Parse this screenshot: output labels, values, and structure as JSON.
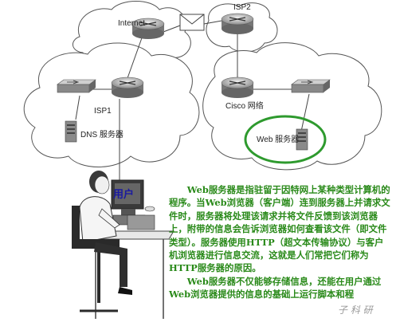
{
  "labels": {
    "internet": "Internet",
    "isp2": "ISP2",
    "isp1": "ISP1",
    "cisco": "Cisco 网络",
    "dns": "DNS 服务器",
    "web": "Web 服务器",
    "user": "用户"
  },
  "description": {
    "para1": "Web服务器是指驻留于因特网上某种类型计算机的程序。当Web浏览器（客户端）连到服务器上并请求文件时，服务器将处理该请求并将文件反馈到该浏览器上，附带的信息会告诉浏览器如何查看该文件（即文件类型）。服务器使用HTTP（超文本传输协议）与客户机浏览器进行信息交流，这就是人们常把它们称为HTTP服务器的原因。",
    "para2": "Web服务器不仅能够存储信息，还能在用户通过Web浏览器提供的信息的基础上运行脚本和程"
  },
  "watermark": "子 科 研",
  "colors": {
    "text_green": "#2a8a1a",
    "highlight_circle": "#2e9a2e",
    "user_label": "#1a1aa0"
  }
}
